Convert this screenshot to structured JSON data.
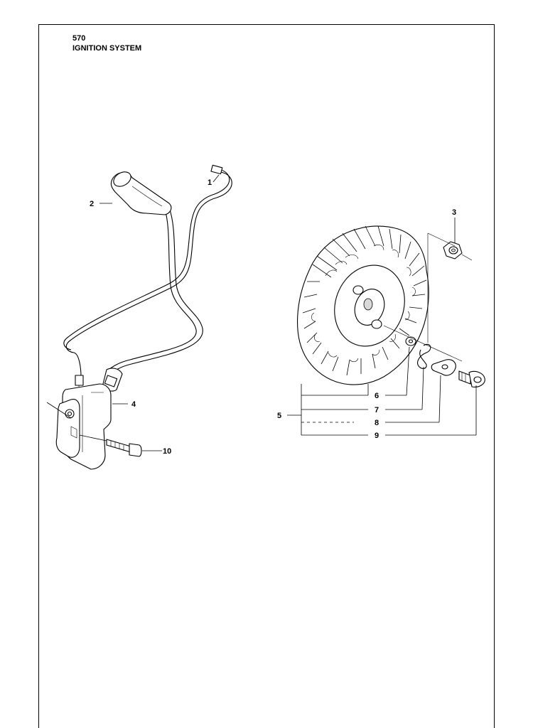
{
  "page": {
    "number": "570",
    "title": "IGNITION SYSTEM"
  },
  "callouts": [
    "1",
    "2",
    "3",
    "4",
    "5",
    "6",
    "7",
    "8",
    "9",
    "10"
  ]
}
